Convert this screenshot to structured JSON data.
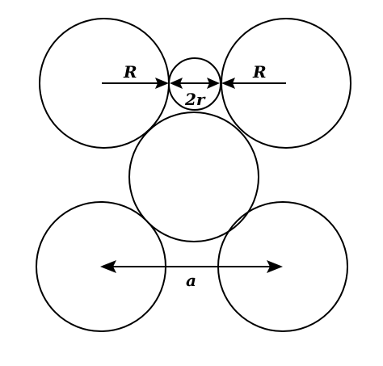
{
  "labels": {
    "left_radius": "R",
    "right_radius": "R",
    "small_diameter": "2r",
    "distance": "a"
  },
  "colors": {
    "stroke": "#000000",
    "background": "#ffffff"
  }
}
